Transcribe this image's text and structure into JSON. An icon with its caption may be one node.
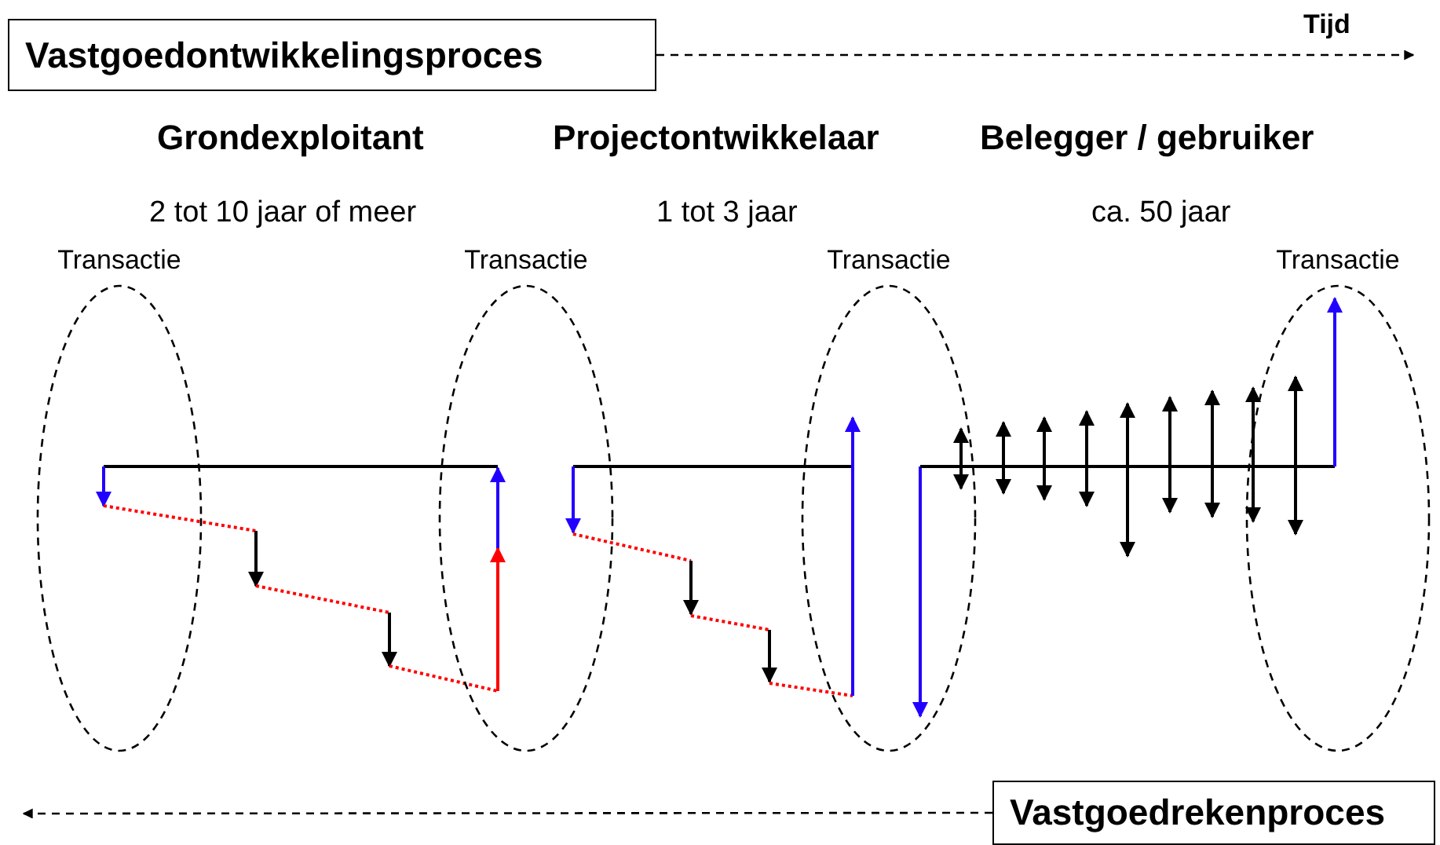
{
  "diagram": {
    "nodes": [
      {
        "text": [
          "Vastgoedontwikkelingsproces"
        ]
      },
      {
        "text": [
          "Transactie"
        ]
      },
      {
        "text": [
          "Transactie"
        ]
      },
      {
        "text": [
          "Transactie"
        ]
      },
      {
        "text": [
          "Transactie"
        ]
      },
      {
        "text": [
          "Vastgoedrekenproces"
        ]
      }
    ],
    "edges": [
      {
        "from": 0,
        "to": null,
        "arrow": "to",
        "style": "dashed"
      },
      {
        "from": 5,
        "to": null,
        "arrow": "to",
        "style": "dashed"
      }
    ],
    "labels": [
      "Tijd",
      "Grondexploitant",
      "Projectontwikkelaar",
      "Belegger / gebruiker",
      "2 tot 10 jaar of meer",
      "1 tot 3 jaar",
      "ca. 50 jaar"
    ]
  }
}
